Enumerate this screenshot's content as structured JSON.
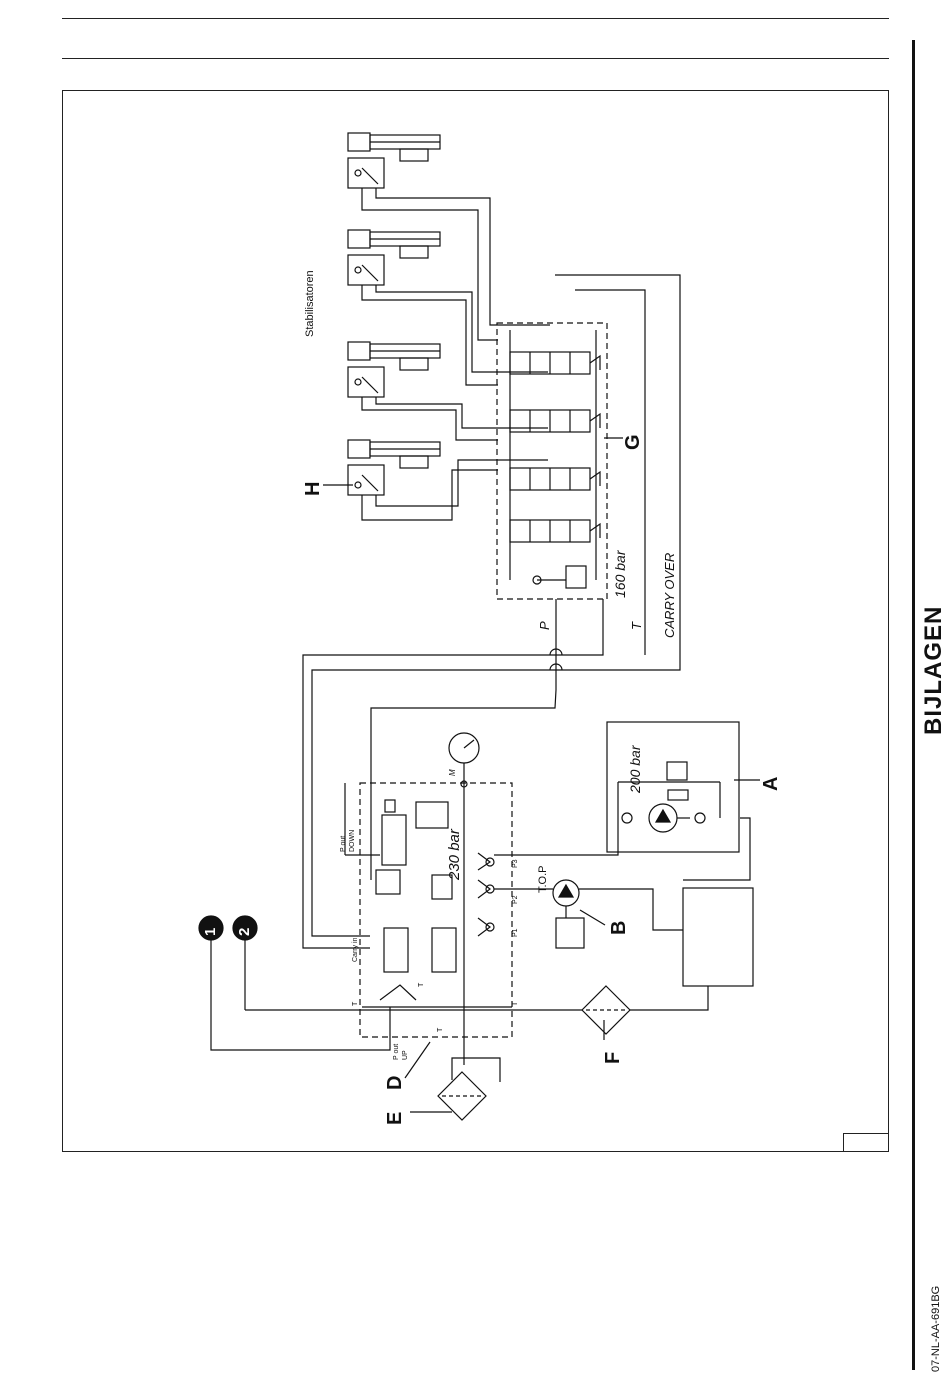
{
  "page": {
    "section_title": "BIJLAGEN",
    "document_id": "07-NL-AA-691BG"
  },
  "diagram": {
    "stabilizer_title": "Stabilisatoren",
    "callouts": {
      "A": "A",
      "B": "B",
      "D": "D",
      "E": "E",
      "F": "F",
      "G": "G",
      "H": "H",
      "one": "1",
      "two": "2"
    },
    "pressures": {
      "valve_block": "160 bar",
      "pump_relief": "200 bar",
      "main_relief": "230 bar"
    },
    "line_labels": {
      "P": "P",
      "T": "T",
      "carry_over": "CARRY OVER",
      "top": "T.O.P",
      "gauge": "M"
    },
    "port_labels": {
      "p_out_down": "P out",
      "p_out_down_sub": "DOWN",
      "p_out_up": "P out",
      "p_out_up_sub": "UP",
      "carry_in": "Carry in",
      "p1": "P1",
      "p2": "P2",
      "p3": "P3",
      "t_left": "T",
      "t_mid": "T",
      "t_right": "T",
      "t_block": "T"
    }
  }
}
